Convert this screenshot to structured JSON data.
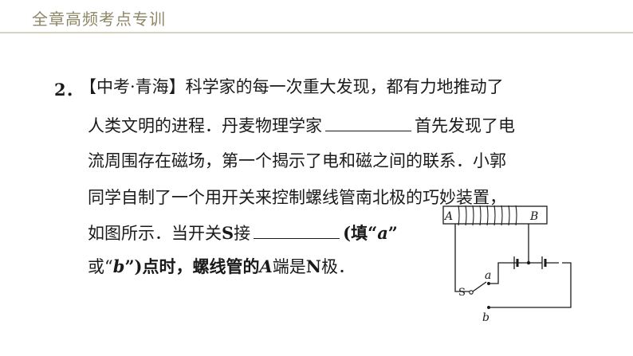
{
  "header": {
    "title": "全章高频考点专训"
  },
  "question": {
    "number": "2．",
    "line1": "【中考·青海】科学家的每一次重大发现，都有力地推动了",
    "line2_a": "人类文明的进程．丹麦物理学家",
    "line2_b": "首先发现了电",
    "line3": "流周围存在磁场，第一个揭示了电和磁之间的联系．小郭",
    "line4": "同学自制了一个用开关来控制螺线管南北极的巧妙装置，",
    "line5_a": "如图所示．当开关",
    "line5_s": "S",
    "line5_b": "接",
    "line5_c": "(填“",
    "line5_d": "a",
    "line5_e": "”",
    "line6_a": "或“",
    "line6_b": "b",
    "line6_c": "”)点时，螺线管的",
    "line6_d": "A",
    "line6_e": "端是",
    "line6_f": "N",
    "line6_g": "极．"
  },
  "figure": {
    "label_A": "A",
    "label_B": "B",
    "label_S": "S",
    "label_a": "a",
    "label_b": "b"
  }
}
